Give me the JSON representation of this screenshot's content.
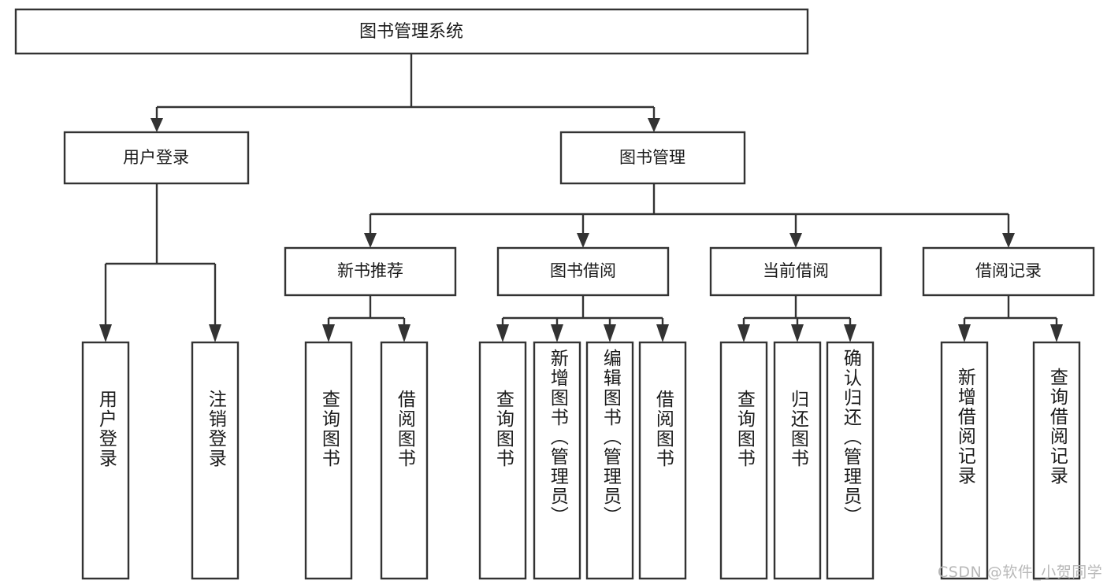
{
  "diagram": {
    "type": "tree",
    "title": "图书管理系统",
    "root": {
      "id": "root",
      "label": "图书管理系统",
      "orientation": "horizontal"
    },
    "level2": [
      {
        "id": "user-login",
        "label": "用户登录",
        "orientation": "horizontal"
      },
      {
        "id": "book-manage",
        "label": "图书管理",
        "orientation": "horizontal"
      }
    ],
    "level3": [
      {
        "id": "new-book-recommend",
        "label": "新书推荐",
        "orientation": "horizontal"
      },
      {
        "id": "book-borrow",
        "label": "图书借阅",
        "orientation": "horizontal"
      },
      {
        "id": "current-borrow",
        "label": "当前借阅",
        "orientation": "horizontal"
      },
      {
        "id": "borrow-record",
        "label": "借阅记录",
        "orientation": "horizontal"
      }
    ],
    "leaves": [
      {
        "id": "leaf-user-login",
        "parent": "user-login",
        "label": "用户登录",
        "orientation": "vertical"
      },
      {
        "id": "leaf-user-logout",
        "parent": "user-login",
        "label": "注销登录",
        "orientation": "vertical"
      },
      {
        "id": "leaf-query-book-1",
        "parent": "new-book-recommend",
        "label": "查询图书",
        "orientation": "vertical"
      },
      {
        "id": "leaf-borrow-book-1",
        "parent": "new-book-recommend",
        "label": "借阅图书",
        "orientation": "vertical"
      },
      {
        "id": "leaf-query-book-2",
        "parent": "book-borrow",
        "label": "查询图书",
        "orientation": "vertical"
      },
      {
        "id": "leaf-add-book",
        "parent": "book-borrow",
        "label": "新增图书（管理员）",
        "orientation": "vertical"
      },
      {
        "id": "leaf-edit-book",
        "parent": "book-borrow",
        "label": "编辑图书（管理员）",
        "orientation": "vertical"
      },
      {
        "id": "leaf-borrow-book-2",
        "parent": "book-borrow",
        "label": "借阅图书",
        "orientation": "vertical"
      },
      {
        "id": "leaf-query-book-3",
        "parent": "current-borrow",
        "label": "查询图书",
        "orientation": "vertical"
      },
      {
        "id": "leaf-return-book",
        "parent": "current-borrow",
        "label": "归还图书",
        "orientation": "vertical"
      },
      {
        "id": "leaf-confirm-return",
        "parent": "current-borrow",
        "label": "确认归还（管理员）",
        "orientation": "vertical"
      },
      {
        "id": "leaf-add-record",
        "parent": "borrow-record",
        "label": "新增借阅记录",
        "orientation": "vertical"
      },
      {
        "id": "leaf-query-record",
        "parent": "borrow-record",
        "label": "查询借阅记录",
        "orientation": "vertical"
      }
    ],
    "colors": {
      "box_stroke": "#333333",
      "box_fill": "#ffffff",
      "connector": "#333333",
      "text": "#1a1a1a",
      "background": "#ffffff",
      "watermark": "#b8b8b8"
    }
  },
  "watermark": {
    "text": "CSDN @软件_小贺同学"
  }
}
